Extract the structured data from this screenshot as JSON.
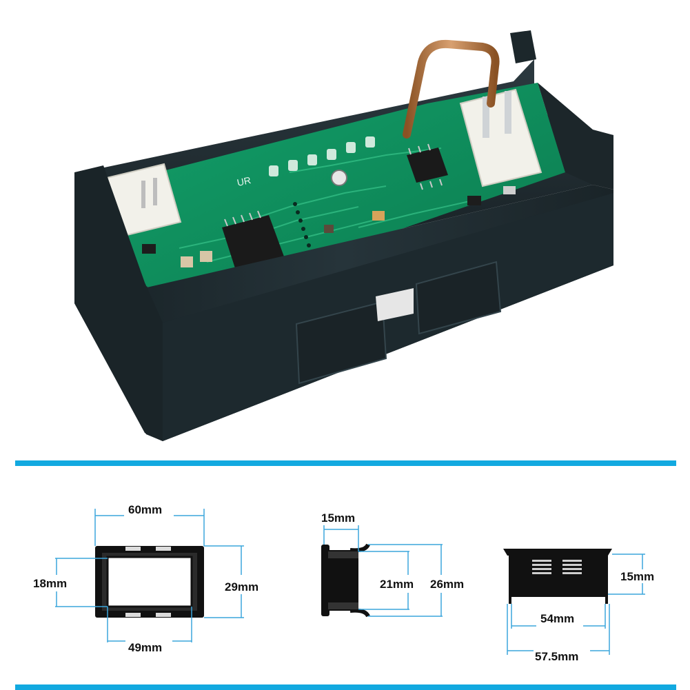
{
  "colors": {
    "accent_rule": "#12a9e0",
    "dimension_line": "#3aa6dc",
    "housing": "#1f2b30",
    "pcb": "#0f8a5a",
    "connector": "#efefe9",
    "shunt_wire": "#b0703a"
  },
  "photo": {
    "pcb_silkscreen": "UR",
    "component": "voltmeter-ammeter-module"
  },
  "dimensions": {
    "front": {
      "width_outer": "60mm",
      "height_outer": "29mm",
      "height_inner": "18mm",
      "width_inner": "49mm"
    },
    "side": {
      "depth": "15mm",
      "height_inner": "21mm",
      "height_outer": "26mm"
    },
    "top": {
      "depth": "15mm",
      "width_inner": "54mm",
      "width_outer": "57.5mm"
    }
  }
}
